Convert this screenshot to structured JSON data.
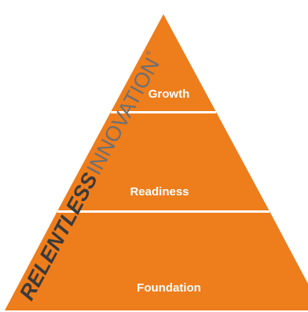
{
  "pyramid": {
    "tiers": [
      {
        "label": "Growth"
      },
      {
        "label": "Readiness"
      },
      {
        "label": "Foundation"
      }
    ]
  },
  "slogan": {
    "bold": "RELENTLESS",
    "light": "INNOVATION",
    "mark": "®"
  },
  "colors": {
    "fill": "#ee7d1c",
    "divider": "#ffffff",
    "label": "#ffffff",
    "slogan": "#3a3a3a",
    "slogan_light": "#6f6f6f"
  }
}
